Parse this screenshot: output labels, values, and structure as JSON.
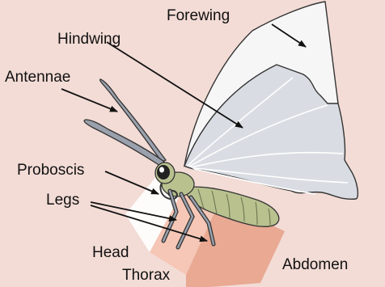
{
  "diagram": {
    "labels": {
      "forewing": "Forewing",
      "hindwing": "Hindwing",
      "antennae": "Antennae",
      "proboscis": "Proboscis",
      "legs": "Legs",
      "head": "Head",
      "thorax": "Thorax",
      "abdomen": "Abdomen"
    }
  },
  "colors": {
    "background": "#f3dcd6",
    "wing": "#d9dde3",
    "wing_light": "#f6f6f7",
    "body": "#b9c28f",
    "head_band": "#ffffff",
    "thorax_band": "#f6c7b6",
    "abdomen_band": "#e9a993"
  }
}
